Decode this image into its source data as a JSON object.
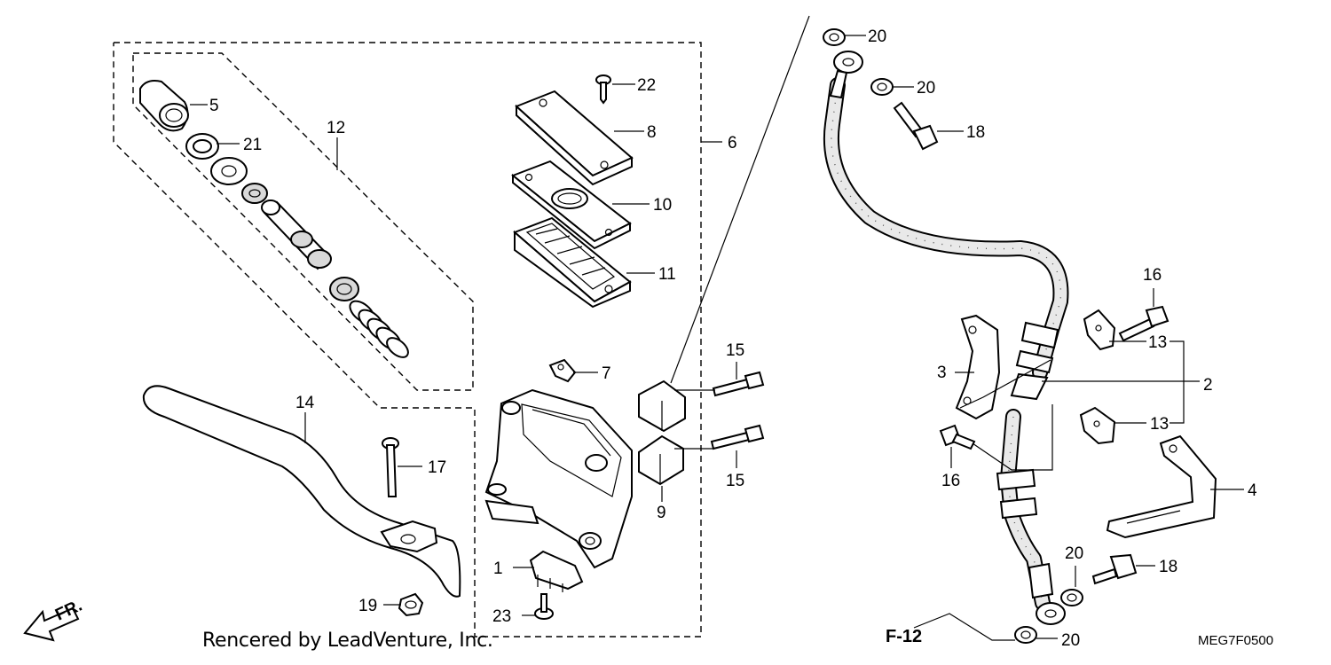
{
  "credit": "Rencered by LeadVenture, Inc.",
  "page_ref": "F-12",
  "diagram_code": "MEG7F0500",
  "direction_label": "FR.",
  "callouts": {
    "c1": "1",
    "c2": "2",
    "c3": "3",
    "c4": "4",
    "c5": "5",
    "c6": "6",
    "c7": "7",
    "c8": "8",
    "c9": "9",
    "c10": "10",
    "c11": "11",
    "c12": "12",
    "c13a": "13",
    "c13b": "13",
    "c14": "14",
    "c15a": "15",
    "c15b": "15",
    "c16a": "16",
    "c16b": "16",
    "c17": "17",
    "c18a": "18",
    "c18b": "18",
    "c19": "19",
    "c20a": "20",
    "c20b": "20",
    "c20c": "20",
    "c20d": "20",
    "c21": "21",
    "c22": "22",
    "c23": "23"
  }
}
